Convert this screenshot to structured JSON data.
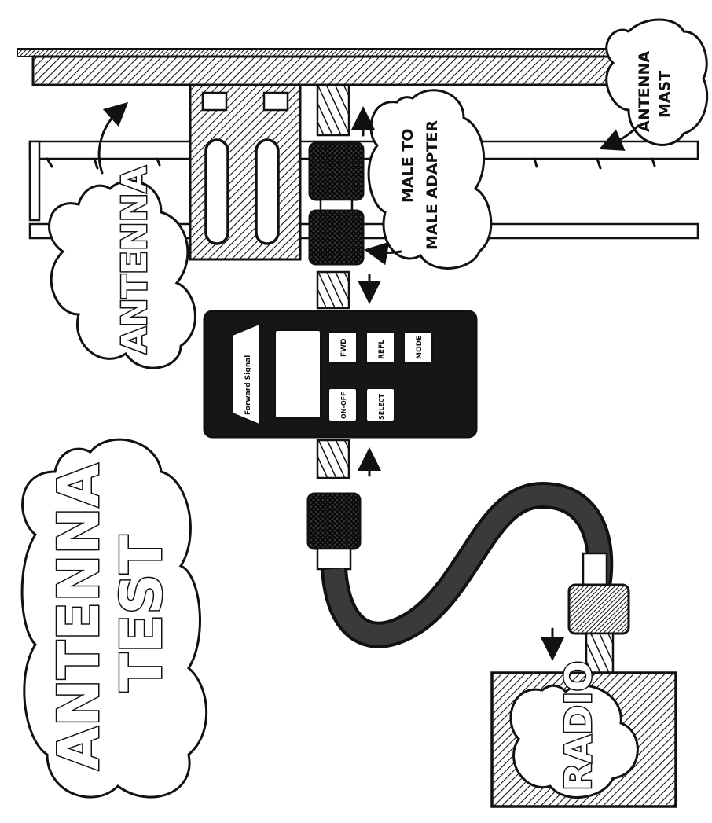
{
  "title_words": [
    "ANTENNA",
    "TEST"
  ],
  "labels": {
    "antenna": "ANTENNA",
    "antenna_mast": [
      "ANTENNA",
      "MAST"
    ],
    "adapter": [
      "MALE TO",
      "MALE ADAPTER"
    ],
    "radio": "RADIO"
  },
  "meter": {
    "banner": "Forward Signal",
    "buttons": [
      "FWD",
      "REFL",
      "MODE",
      "ON-OFF",
      "SELECT"
    ]
  },
  "colors": {
    "ink": "#111111",
    "paper": "#ffffff",
    "meter_body": "#161616"
  }
}
